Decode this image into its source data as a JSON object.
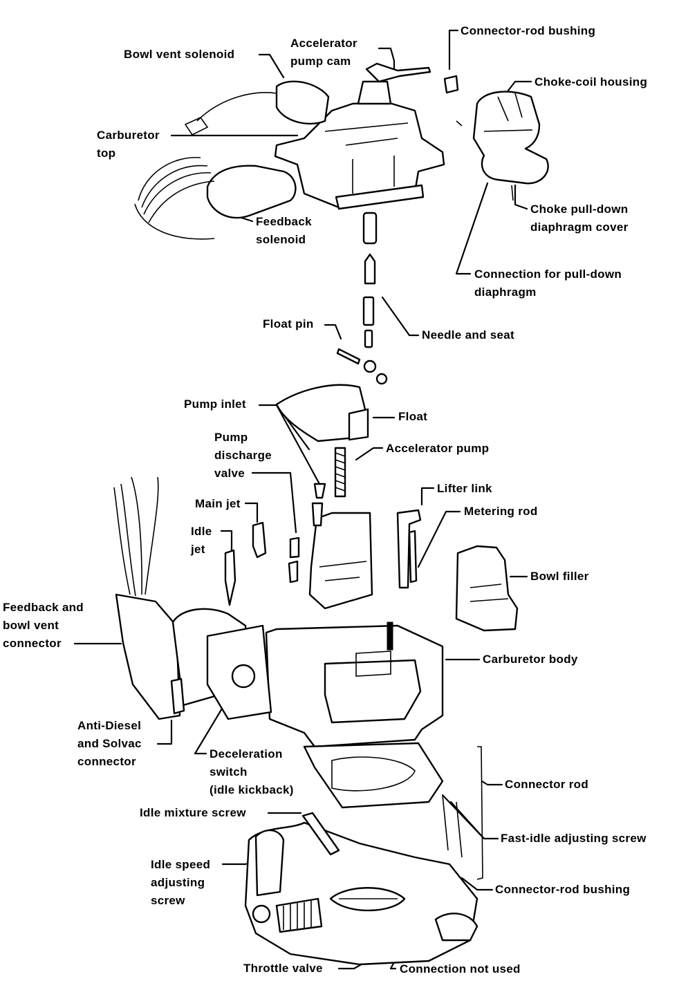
{
  "diagram": {
    "labels": {
      "connector_rod_bushing_top": "Connector-rod bushing",
      "bowl_vent_solenoid": "Bowl vent solenoid",
      "accelerator_pump_cam": [
        "Accelerator",
        "pump cam"
      ],
      "choke_coil_housing": "Choke-coil housing",
      "carburetor_top": [
        "Carburetor",
        "top"
      ],
      "feedback_solenoid": [
        "Feedback",
        "solenoid"
      ],
      "choke_pull_down_diaphragm_cover": [
        "Choke pull-down",
        "diaphragm cover"
      ],
      "connection_for_pull_down_diaphragm": [
        "Connection for pull-down",
        "diaphragm"
      ],
      "float_pin": "Float pin",
      "needle_and_seat": "Needle and seat",
      "pump_inlet": "Pump inlet",
      "float": "Float",
      "pump_discharge_valve": [
        "Pump",
        "discharge",
        "valve"
      ],
      "accelerator_pump": "Accelerator pump",
      "lifter_link": "Lifter link",
      "main_jet": "Main jet",
      "metering_rod": "Metering rod",
      "idle_jet": [
        "Idle",
        "jet"
      ],
      "bowl_filler": "Bowl filler",
      "feedback_and_bowl_vent_connector": [
        "Feedback and",
        "bowl vent",
        "connector"
      ],
      "carburetor_body": "Carburetor body",
      "anti_diesel_and_solvac_connector": [
        "Anti-Diesel",
        "and Solvac",
        "connector"
      ],
      "deceleration_switch": [
        "Deceleration",
        "switch",
        "(idle kickback)"
      ],
      "connector_rod": "Connector rod",
      "idle_mixture_screw": "Idle mixture screw",
      "fast_idle_adjusting_screw": "Fast-idle adjusting screw",
      "idle_speed_adjusting_screw": [
        "Idle speed",
        "adjusting",
        "screw"
      ],
      "connector_rod_bushing_bottom": "Connector-rod bushing",
      "throttle_valve": "Throttle valve",
      "connection_not_used": "Connection not used"
    }
  }
}
